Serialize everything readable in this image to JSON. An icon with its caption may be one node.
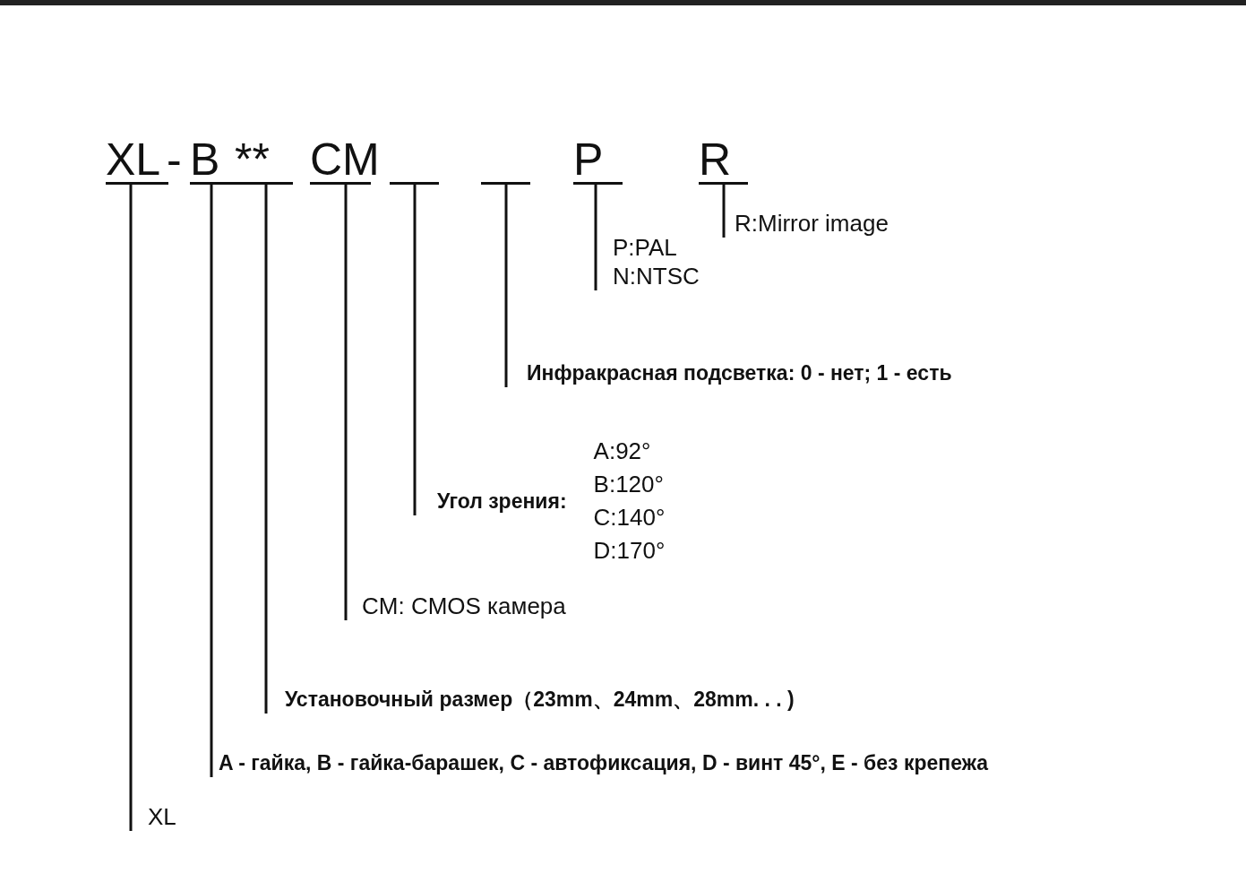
{
  "diagram": {
    "nodes": [
      {
        "text": [
          "XL"
        ]
      },
      {
        "text": [
          "B"
        ]
      },
      {
        "text": [
          "**"
        ]
      },
      {
        "text": [
          "CM"
        ]
      },
      {
        "text": [],
        "shape": "bar"
      },
      {
        "text": [],
        "shape": "bar"
      },
      {
        "text": [
          "P"
        ]
      },
      {
        "text": [
          "R"
        ]
      },
      {
        "text": [
          "R:Mirror image"
        ]
      },
      {
        "text": [
          "P:PAL",
          "N:NTSC"
        ]
      },
      {
        "text": [
          "Инфракрасная подсветка: 0 - нет; 1 - есть"
        ]
      },
      {
        "text": [
          "Угол зрения:",
          "A:92°",
          "B:120°",
          "C:140°",
          "D:170°"
        ]
      },
      {
        "text": [
          "CM: CMOS камера"
        ]
      },
      {
        "text": [
          "Установочный размер（23mm、24mm、28mm. . . )"
        ]
      },
      {
        "text": [
          "A - гайка, B - гайка-барашек, C - автофиксация, D - винт 45°, E - без крепежа"
        ]
      },
      {
        "text": [
          "XL"
        ]
      }
    ],
    "edges": [
      {
        "from": 8,
        "to": 7,
        "arrow": "none"
      },
      {
        "from": 9,
        "to": 6,
        "arrow": "none"
      },
      {
        "from": 10,
        "to": 5,
        "arrow": "none"
      },
      {
        "from": 11,
        "to": 4,
        "arrow": "none"
      },
      {
        "from": 12,
        "to": 3,
        "arrow": "none"
      },
      {
        "from": 13,
        "to": 2,
        "arrow": "none"
      },
      {
        "from": 14,
        "to": 1,
        "arrow": "none"
      },
      {
        "from": 15,
        "to": 0,
        "arrow": "none"
      }
    ],
    "labels": [
      "-"
    ]
  }
}
